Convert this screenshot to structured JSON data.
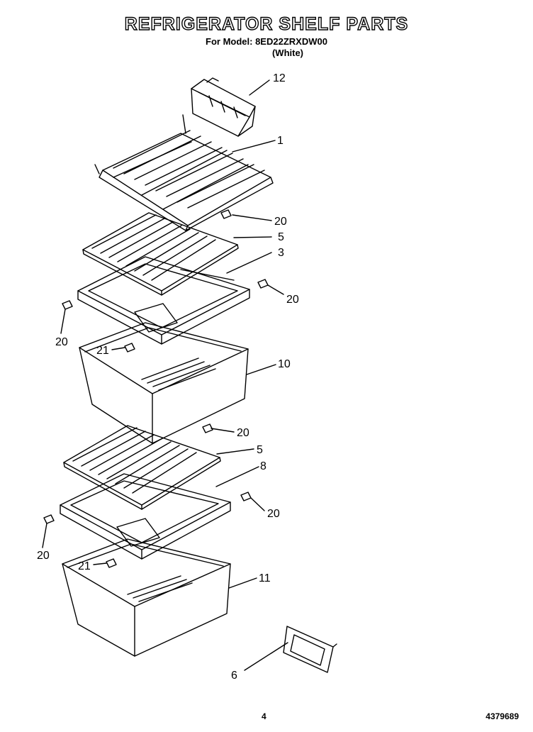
{
  "header": {
    "title": "REFRIGERATOR SHELF PARTS",
    "model_line": "For Model: 8ED22ZRXDW00",
    "color_line": "(White)"
  },
  "callouts": [
    "12",
    "1",
    "20",
    "5",
    "3",
    "20",
    "20",
    "21",
    "10",
    "20",
    "5",
    "8",
    "20",
    "20",
    "21",
    "11",
    "6"
  ],
  "footer": {
    "page_number": "4",
    "part_number": "4379689"
  }
}
